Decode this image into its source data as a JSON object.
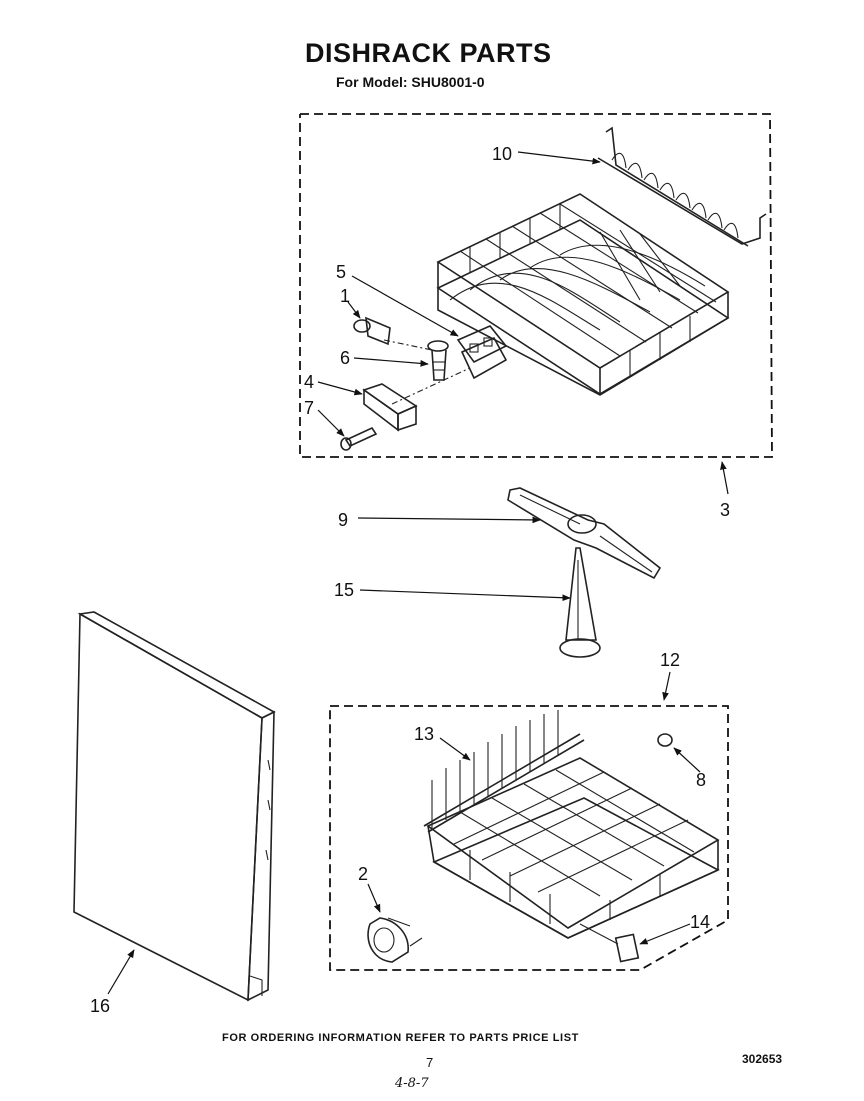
{
  "title": "DISHRACK PARTS",
  "subtitle": "For Model: SHU8001-0",
  "footer": "FOR ORDERING INFORMATION REFER TO PARTS PRICE LIST",
  "page_number": "7",
  "document_number": "302653",
  "handwritten_note": "4-8-7",
  "part_labels": {
    "p1": "1",
    "p2": "2",
    "p3": "3",
    "p4": "4",
    "p5": "5",
    "p6": "6",
    "p7": "7",
    "p8": "8",
    "p9": "9",
    "p10": "10",
    "p12": "12",
    "p13": "13",
    "p14": "14",
    "p15": "15",
    "p16": "16"
  }
}
